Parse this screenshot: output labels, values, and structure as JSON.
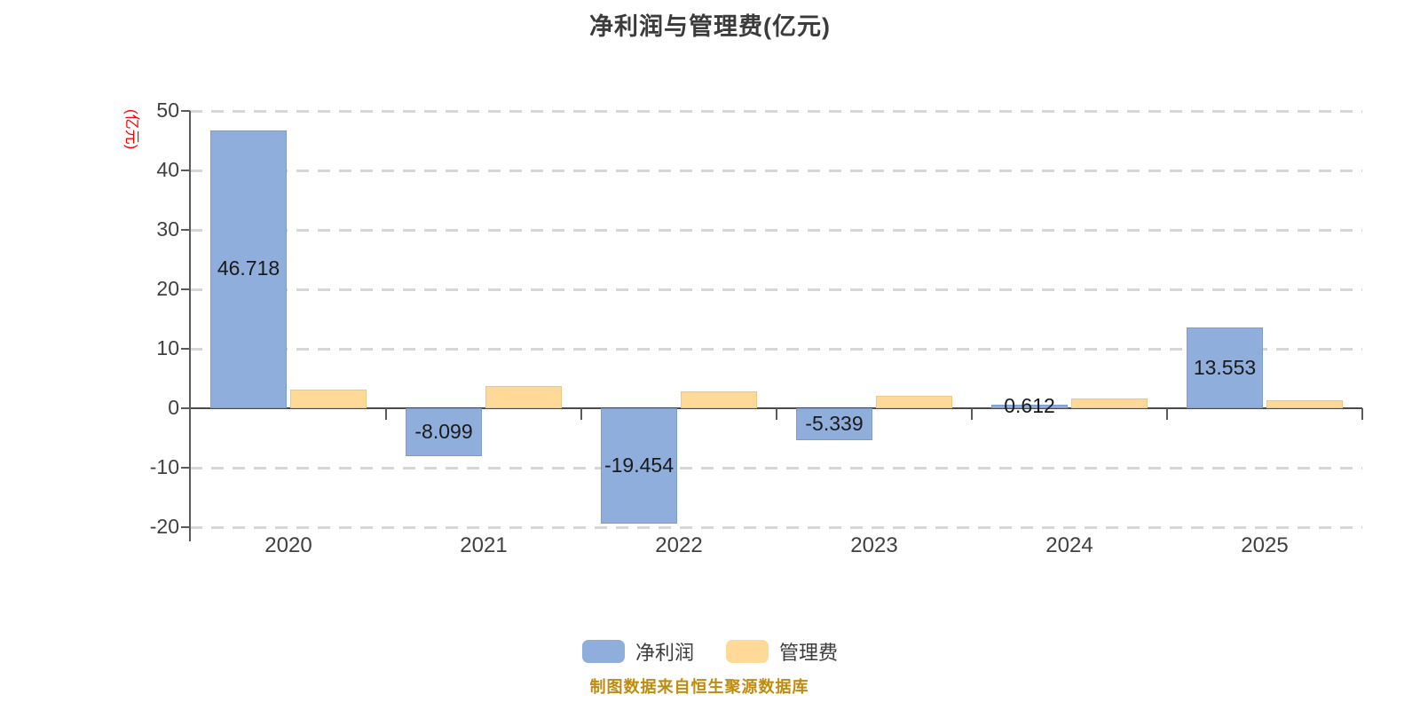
{
  "title": "净利润与管理费(亿元)",
  "y_axis": {
    "unit_label": "(亿元)",
    "unit_color": "#FF0000",
    "tick_labels": [
      "50",
      "40",
      "30",
      "20",
      "10",
      "0",
      "-10",
      "-20"
    ]
  },
  "chart_data": {
    "type": "bar",
    "title": "净利润与管理费(亿元)",
    "ylabel": "(亿元)",
    "categories": [
      "2020",
      "2021",
      "2022",
      "2023",
      "2024",
      "2025"
    ],
    "series": [
      {
        "name": "净利润",
        "color": "#8FAEDC",
        "border_color": "#7C9CCE",
        "values": [
          46.718,
          -8.099,
          -19.454,
          -5.339,
          0.612,
          13.553
        ],
        "data_labels": [
          "46.718",
          "-8.099",
          "-19.454",
          "-5.339",
          "0.612",
          "13.553"
        ]
      },
      {
        "name": "管理费",
        "color": "#FFD998",
        "border_color": "#ECC687",
        "values": [
          3.1,
          3.7,
          2.8,
          2.1,
          1.6,
          1.3
        ],
        "data_labels": [
          "",
          "",
          "",
          "",
          "",
          ""
        ]
      }
    ],
    "ylim": [
      -20,
      50
    ],
    "yticks": [
      50,
      40,
      30,
      20,
      10,
      0,
      -10,
      -20
    ],
    "grid": "dashed-horizontal",
    "legend_position": "bottom"
  },
  "legend": {
    "items": [
      {
        "label": "净利润",
        "color": "#8FAEDC"
      },
      {
        "label": "管理费",
        "color": "#FFD998"
      }
    ]
  },
  "footer": {
    "source_text": "制图数据来自恒生聚源数据库"
  }
}
